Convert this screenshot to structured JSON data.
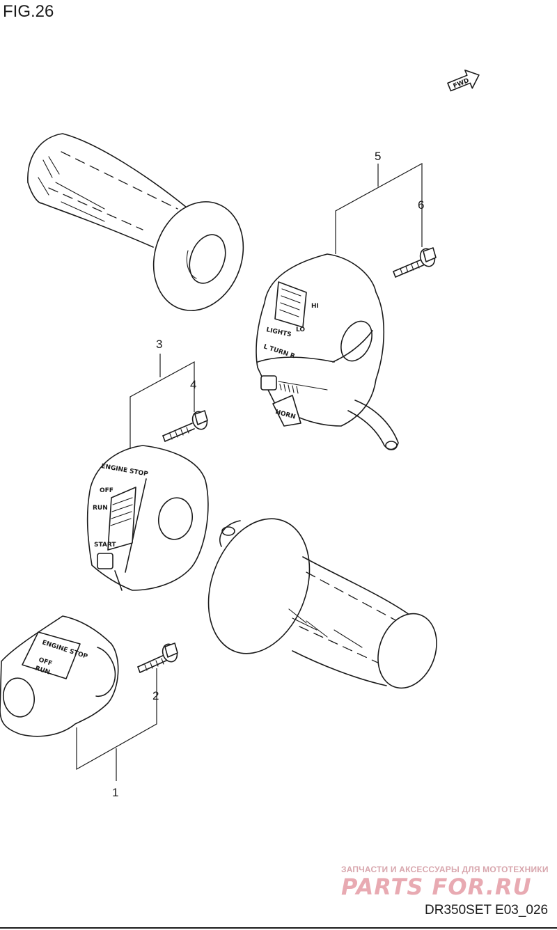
{
  "figure": {
    "title": "FIG.26",
    "code": "DR350SET E03_026"
  },
  "fwd_label": "FWD",
  "callouts": [
    "1",
    "2",
    "3",
    "4",
    "5",
    "6"
  ],
  "switch_labels": {
    "lights": "LIGHTS",
    "hi": "HI",
    "lo": "LO",
    "turn": "L TURN R",
    "horn": "HORN",
    "engine_stop": "ENGINE STOP",
    "off": "OFF",
    "run": "RUN",
    "start": "START"
  },
  "watermark": {
    "tagline": "ЗАПЧАСТИ И АКСЕССУАРЫ ДЛЯ МОТОТЕХНИКИ",
    "brand": "PARTS FOR.RU"
  }
}
